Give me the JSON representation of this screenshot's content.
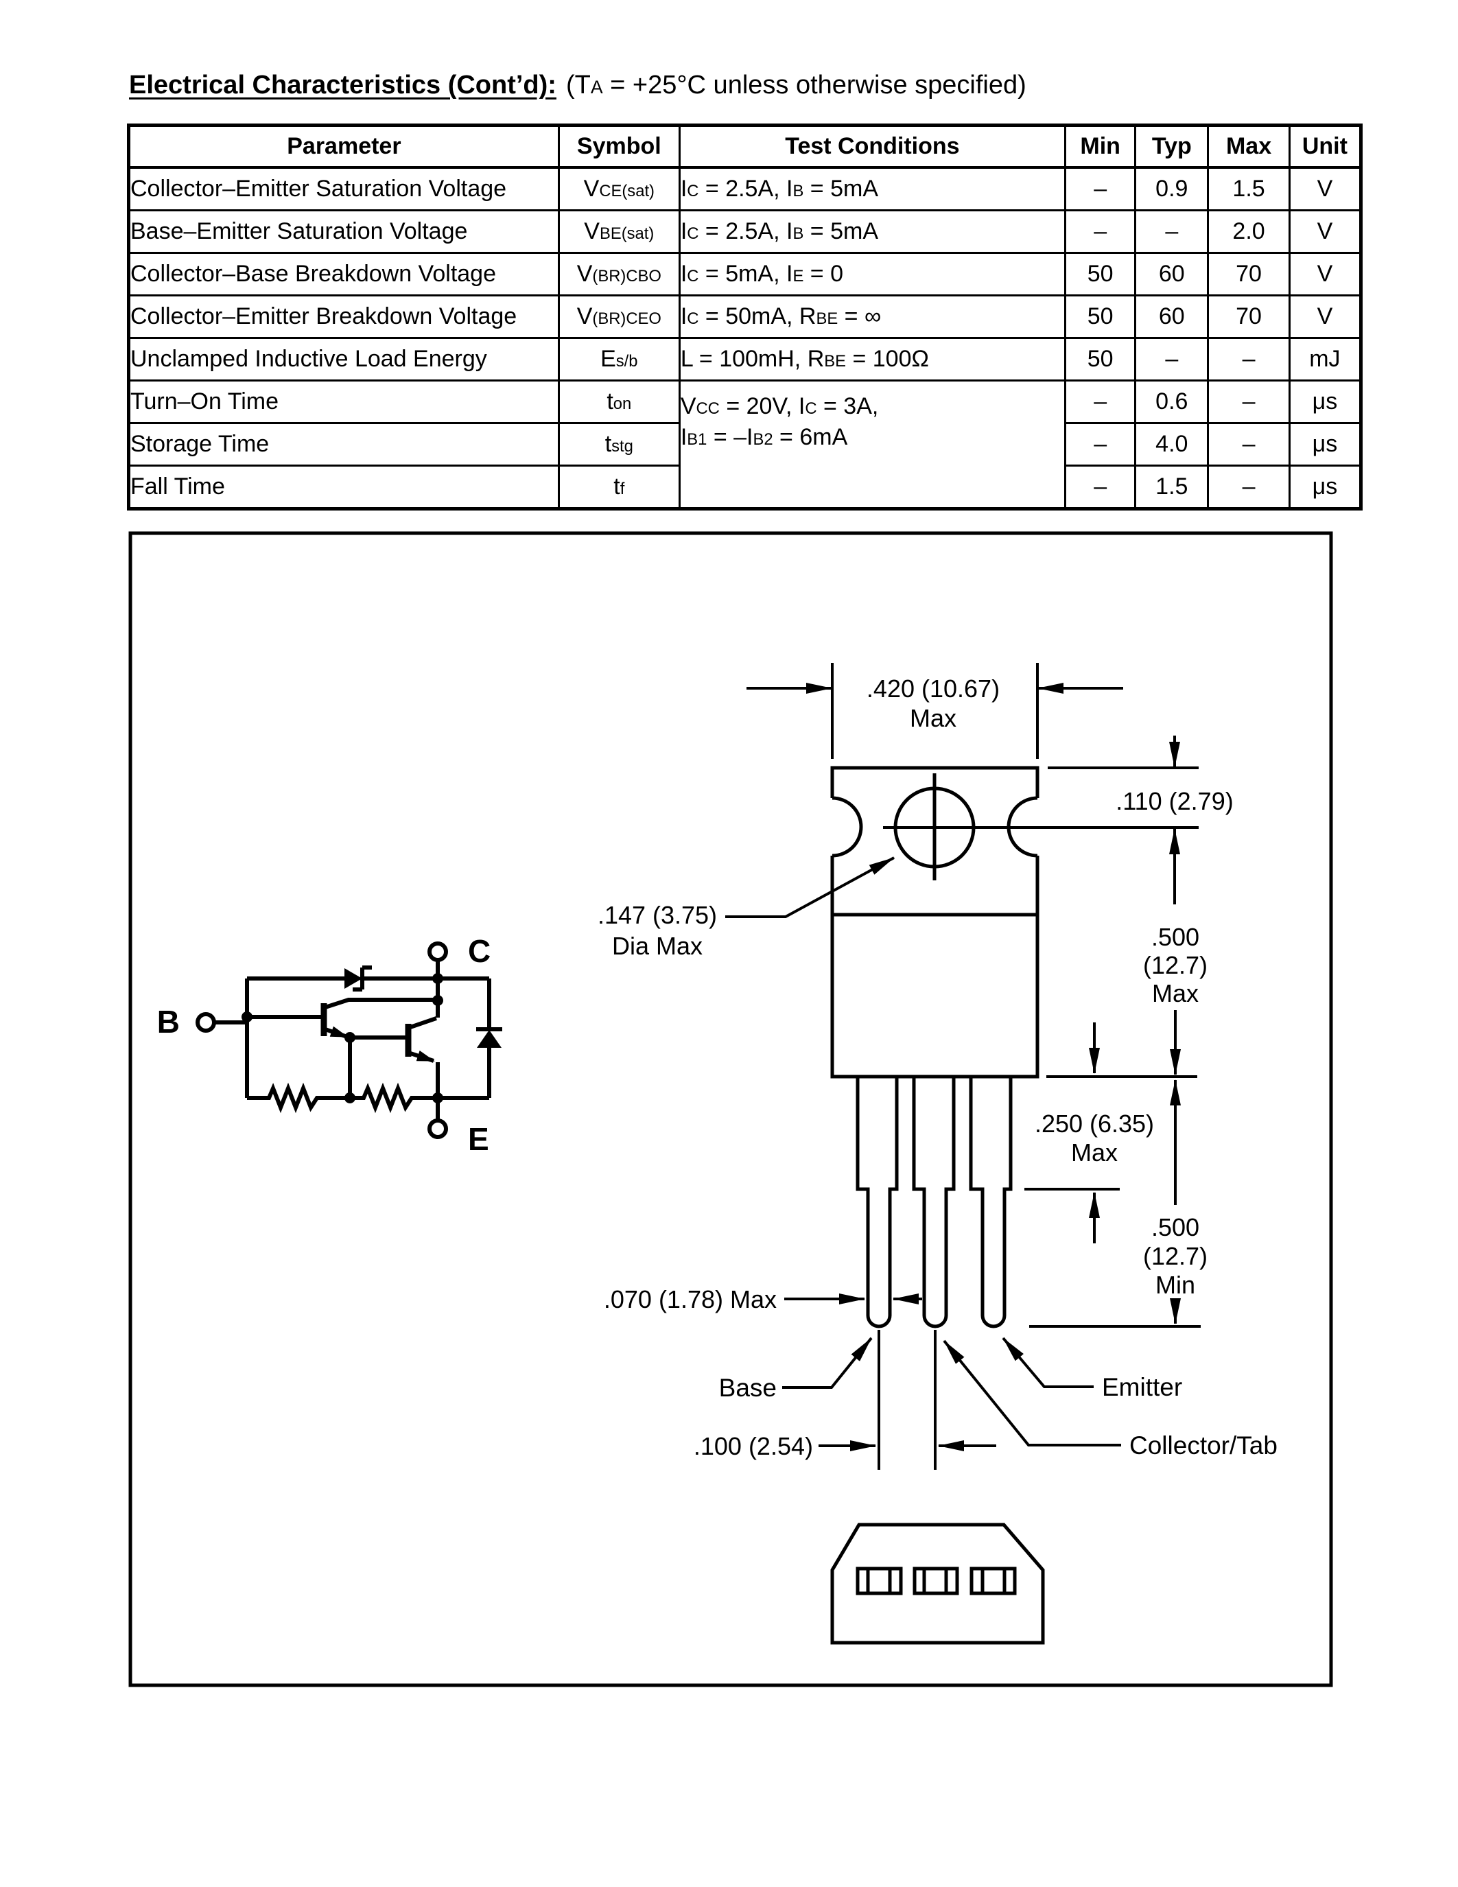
{
  "title": {
    "heading": "Electrical Characteristics (Cont’d):",
    "condition": [
      {
        "t": "(T"
      },
      {
        "sub": "A"
      },
      {
        "t": " = +25°C unless otherwise specified)"
      }
    ]
  },
  "table": {
    "headers": [
      "Parameter",
      "Symbol",
      "Test Conditions",
      "Min",
      "Typ",
      "Max",
      "Unit"
    ],
    "col_widths_pct": [
      34.9,
      9.8,
      31.3,
      5.7,
      5.9,
      6.6,
      5.8
    ],
    "rows": [
      {
        "parameter": "Collector–Emitter Saturation Voltage",
        "symbol": [
          {
            "t": "V"
          },
          {
            "sub": "CE(sat)"
          }
        ],
        "conditions": {
          "segments": [
            {
              "t": "I"
            },
            {
              "sub": "C"
            },
            {
              "t": " = 2.5A, I"
            },
            {
              "sub": "B"
            },
            {
              "t": " = 5mA"
            }
          ]
        },
        "min": "–",
        "typ": "0.9",
        "max": "1.5",
        "unit": "V"
      },
      {
        "parameter": "Base–Emitter Saturation Voltage",
        "symbol": [
          {
            "t": "V"
          },
          {
            "sub": "BE(sat)"
          }
        ],
        "conditions": {
          "segments": [
            {
              "t": "I"
            },
            {
              "sub": "C"
            },
            {
              "t": " = 2.5A, I"
            },
            {
              "sub": "B"
            },
            {
              "t": " = 5mA"
            }
          ]
        },
        "min": "–",
        "typ": "–",
        "max": "2.0",
        "unit": "V"
      },
      {
        "parameter": "Collector–Base Breakdown Voltage",
        "symbol": [
          {
            "t": "V"
          },
          {
            "sub": "(BR)CBO"
          }
        ],
        "conditions": {
          "segments": [
            {
              "t": "I"
            },
            {
              "sub": "C"
            },
            {
              "t": " = 5mA, I"
            },
            {
              "sub": "E"
            },
            {
              "t": " = 0"
            }
          ]
        },
        "min": "50",
        "typ": "60",
        "max": "70",
        "unit": "V"
      },
      {
        "parameter": "Collector–Emitter Breakdown Voltage",
        "symbol": [
          {
            "t": "V"
          },
          {
            "sub": "(BR)CEO"
          }
        ],
        "conditions": {
          "segments": [
            {
              "t": "I"
            },
            {
              "sub": "C"
            },
            {
              "t": " = 50mA, R"
            },
            {
              "sub": "BE"
            },
            {
              "t": " = ∞"
            }
          ]
        },
        "min": "50",
        "typ": "60",
        "max": "70",
        "unit": "V"
      },
      {
        "parameter": "Unclamped Inductive Load Energy",
        "symbol": [
          {
            "t": "E"
          },
          {
            "sub": "s/b"
          }
        ],
        "conditions": {
          "segments": [
            {
              "t": "L = 100mH, R"
            },
            {
              "sub": "BE"
            },
            {
              "t": " = 100Ω"
            }
          ]
        },
        "min": "50",
        "typ": "–",
        "max": "–",
        "unit": "mJ"
      },
      {
        "parameter": "Turn–On Time",
        "symbol": [
          {
            "t": "t"
          },
          {
            "sub": "on"
          }
        ],
        "conditions": {
          "rowspan": 3,
          "segments": [
            {
              "t": "V"
            },
            {
              "sub": "CC"
            },
            {
              "t": " = 20V, I"
            },
            {
              "sub": "C"
            },
            {
              "t": " = 3A,"
            },
            {
              "br": true
            },
            {
              "t": "I"
            },
            {
              "sub": "B1"
            },
            {
              "t": " = –I"
            },
            {
              "sub": "B2"
            },
            {
              "t": " = 6mA"
            }
          ]
        },
        "min": "–",
        "typ": "0.6",
        "max": "–",
        "unit": "μs"
      },
      {
        "parameter": "Storage Time",
        "symbol": [
          {
            "t": "t"
          },
          {
            "sub": "stg"
          }
        ],
        "conditions": null,
        "min": "–",
        "typ": "4.0",
        "max": "–",
        "unit": "μs"
      },
      {
        "parameter": "Fall Time",
        "symbol": [
          {
            "t": "t"
          },
          {
            "sub": "f"
          }
        ],
        "conditions": null,
        "min": "–",
        "typ": "1.5",
        "max": "–",
        "unit": "μs"
      }
    ]
  },
  "figure": {
    "dims": {
      "width_420": {
        "l1": ".420 (10.67)",
        "l2": "Max"
      },
      "hole_offset_110": ".110 (2.79)",
      "hole_dia_147": {
        "l1": ".147 (3.75)",
        "l2": "Dia Max"
      },
      "body_500_max": {
        "l1": ".500",
        "l2": "(12.7)",
        "l3": "Max"
      },
      "shoulder_250": {
        "l1": ".250 (6.35)",
        "l2": "Max"
      },
      "lead_500_min": {
        "l1": ".500",
        "l2": "(12.7)",
        "l3": "Min"
      },
      "lead_width_070": ".070 (1.78) Max",
      "lead_pitch_100": ".100 (2.54)"
    },
    "pins": {
      "base": "Base",
      "emitter": "Emitter",
      "collector": "Collector/Tab"
    },
    "schematic": {
      "b": "B",
      "c": "C",
      "e": "E"
    }
  },
  "colors": {
    "ink": "#000000",
    "paper": "#ffffff"
  }
}
